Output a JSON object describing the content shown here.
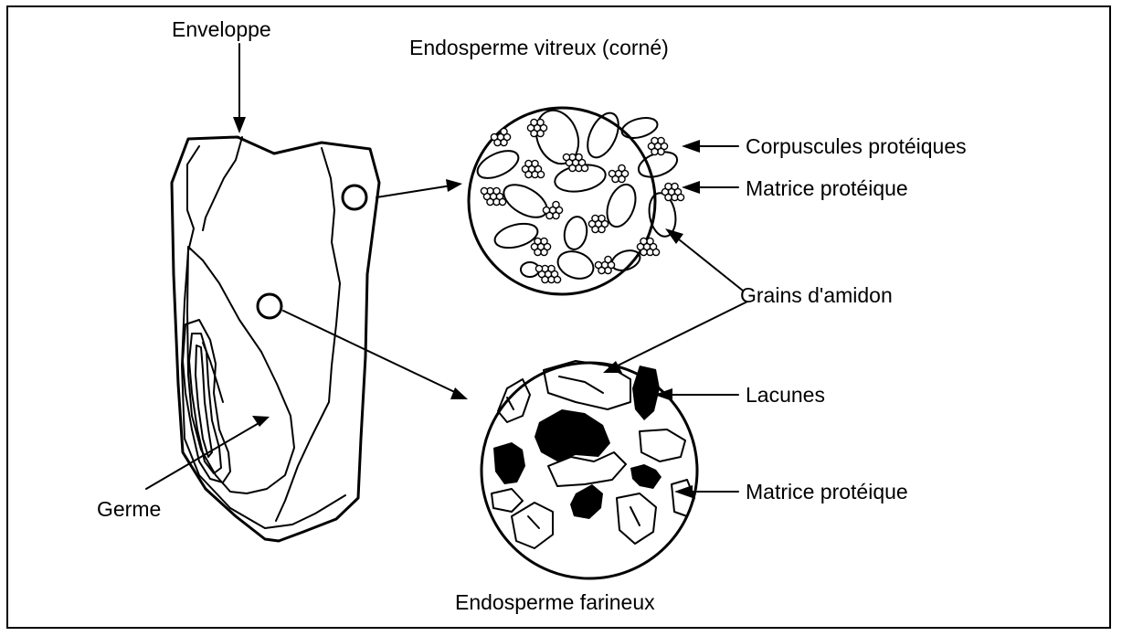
{
  "figure": {
    "labels": {
      "enveloppe": "Enveloppe",
      "endosperme_vitreux": "Endosperme vitreux (corné)",
      "corpuscules": "Corpuscules protéiques",
      "matrice_1": "Matrice protéique",
      "grains_amidon": "Grains d'amidon",
      "lacunes": "Lacunes",
      "matrice_2": "Matrice protéique",
      "germe": "Germe",
      "endosperme_farineux": "Endosperme farineux"
    }
  }
}
